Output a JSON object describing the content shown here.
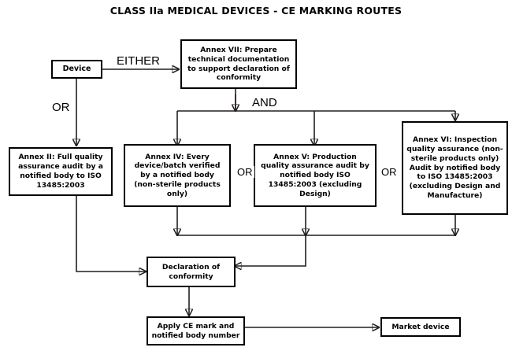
{
  "title": "CLASS IIa MEDICAL DEVICES - CE MARKING ROUTES",
  "nodes": {
    "device": "Device",
    "annex7": "Annex VII: Prepare technical documentation to support declaration of conformity",
    "annex2": "Annex II: Full quality assurance audit by a notified body to ISO 13485:2003",
    "annex4": "Annex IV: Every device/batch verified by a notified body (non-sterile products only)",
    "annex5": "Annex V: Production quality assurance audit by notified body ISO 13485:2003 (excluding Design)",
    "annex6": "Annex VI: Inspection quality assurance (non-sterile products only) Audit by notified body to ISO 13485:2003 (excluding Design and Manufacture)",
    "declaration": "Declaration of conformity",
    "apply_ce": "Apply CE mark and notified body number",
    "market": "Market device"
  },
  "connector_labels": {
    "either": "EITHER",
    "or_device": "OR",
    "and": "AND",
    "or_4_5": "OR",
    "or_5_6": "OR"
  },
  "colors": {
    "line": "#231f20",
    "box_border": "#000000",
    "text": "#000000",
    "background": "#ffffff"
  }
}
